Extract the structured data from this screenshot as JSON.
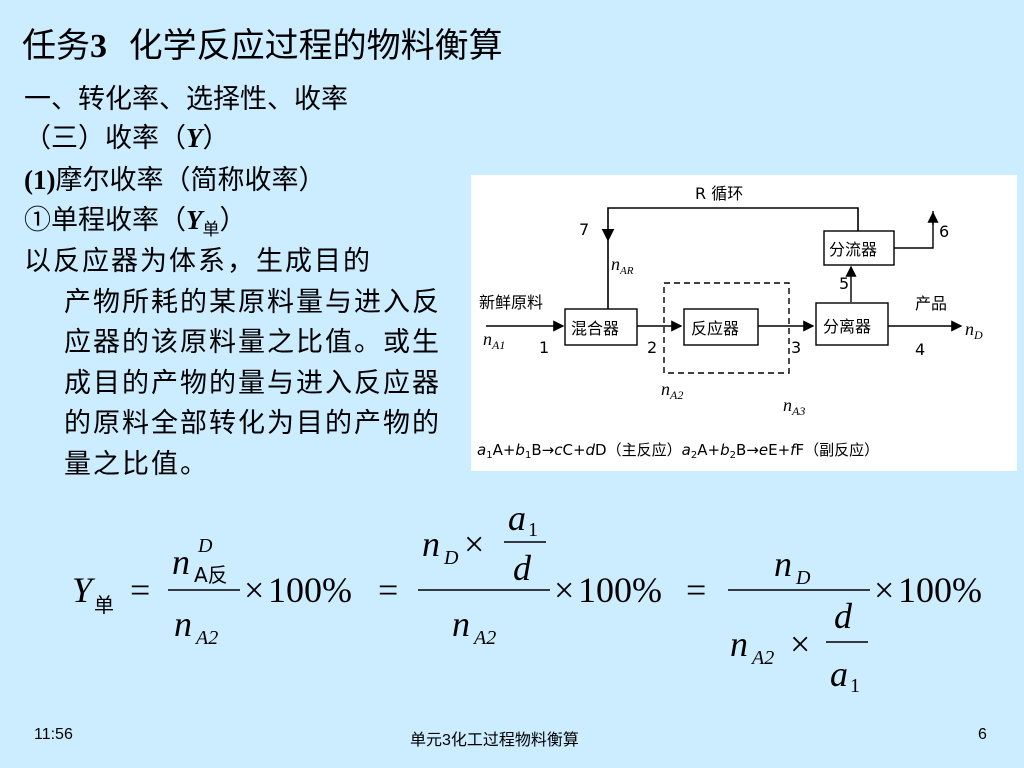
{
  "slide": {
    "title_prefix": "任务",
    "title_num": "3",
    "title_main": "化学反应过程的物料衡算",
    "heading1": "一、转化率、选择性、收率",
    "heading2_pre": "（三）收率（",
    "heading2_var": "Y",
    "heading2_post": "）",
    "heading3_num": "(1)",
    "heading3_text": "摩尔收率（简称收率）",
    "heading4_pre": "①单程收率（",
    "heading4_var": "Y",
    "heading4_sub": "单",
    "heading4_post": "）",
    "para_first": "以反应器为体系，生成目的",
    "para_rest": "产物所耗的某原料量与进入反应器的该原料量之比值。或生成目的产物的量与进入反应器的原料全部转化为目的产物的量之比值。"
  },
  "diagram": {
    "recycle_label": "R 循环",
    "stream_7": "7",
    "stream_6": "6",
    "stream_5": "5",
    "stream_1": "1",
    "stream_2": "2",
    "stream_3": "3",
    "stream_4": "4",
    "splitter": "分流器",
    "mixer": "混合器",
    "reactor": "反应器",
    "separator": "分离器",
    "feed_label": "新鲜原料",
    "product_label": "产品",
    "n_sym": "n",
    "sub_AR": "AR",
    "sub_A1": "A1",
    "sub_A2": "A2",
    "sub_A3": "A3",
    "sub_D": "D",
    "reaction_main": "主反应",
    "reaction_side": "副反应",
    "reaction_sep": "→",
    "a1": "a",
    "sub1": "1",
    "sub2": "2",
    "A": "A",
    "B": "B",
    "plus": "+",
    "b": "b",
    "c": "c",
    "C": "C",
    "d": "d",
    "D": "D",
    "e": "e",
    "E": "E",
    "f": "f",
    "F": "F",
    "lp": "（",
    "rp": "）"
  },
  "formula": {
    "Y": "Y",
    "Y_sub": "单",
    "eq": "=",
    "n": "n",
    "sup_D": "D",
    "sub_Afan": "A反",
    "sub_A2": "A2",
    "sub_D": "D",
    "times": "×",
    "hundred": "100%",
    "a": "a",
    "one": "1",
    "d": "d"
  },
  "footer": {
    "time": "11:56",
    "center": "单元3化工过程物料衡算",
    "page": "6"
  }
}
